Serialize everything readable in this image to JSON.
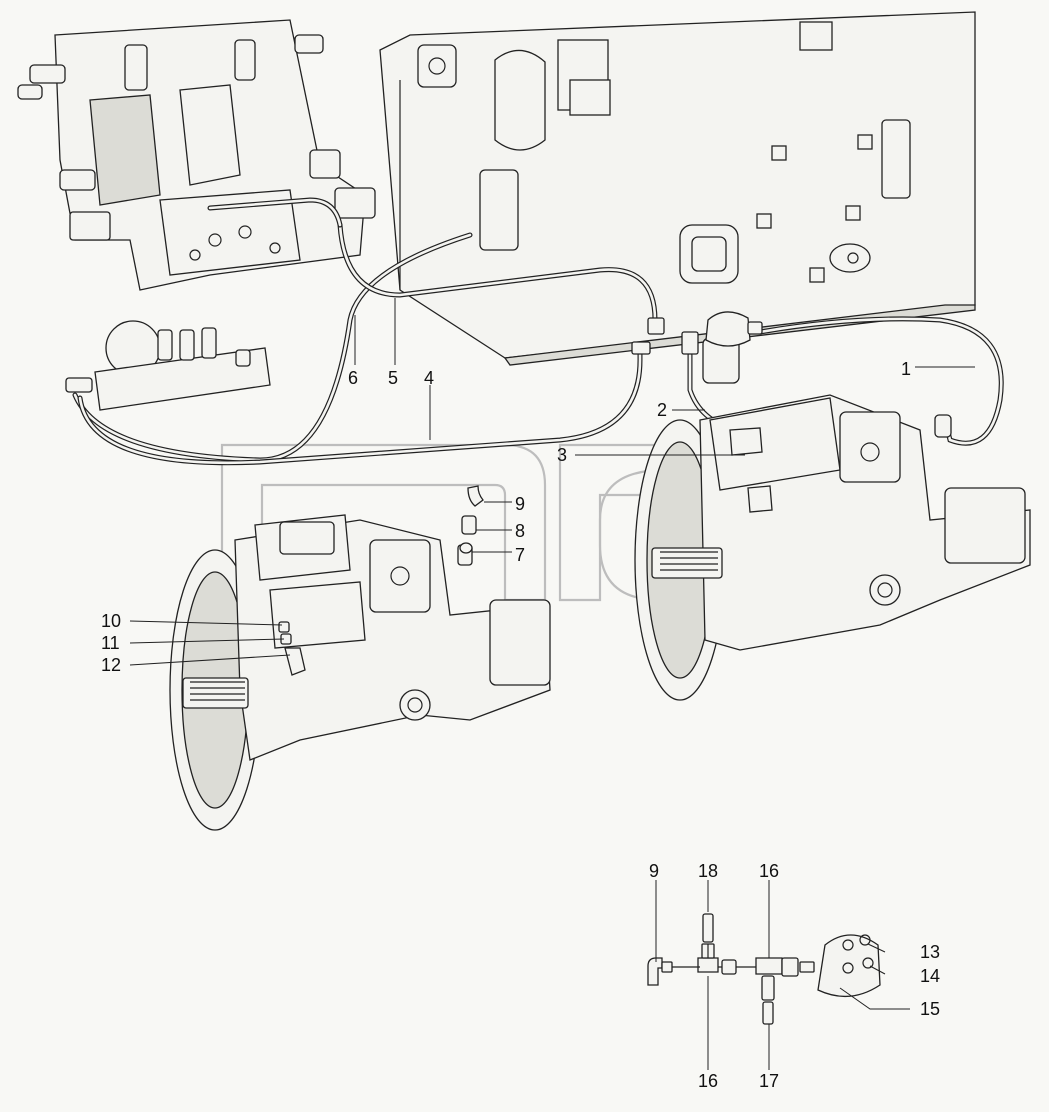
{
  "callouts": {
    "n1": "1",
    "n2": "2",
    "n3": "3",
    "n4": "4",
    "n5": "5",
    "n6": "6",
    "n7": "7",
    "n8": "8",
    "n9a": "9",
    "n9b": "9",
    "n10": "10",
    "n11": "11",
    "n12": "12",
    "n13": "13",
    "n14": "14",
    "n15": "15",
    "n16a": "16",
    "n16b": "16",
    "n17": "17",
    "n18": "18"
  },
  "colors": {
    "line": "#222222",
    "paper": "#f8f8f5",
    "watermark": "#bdbdbd"
  }
}
